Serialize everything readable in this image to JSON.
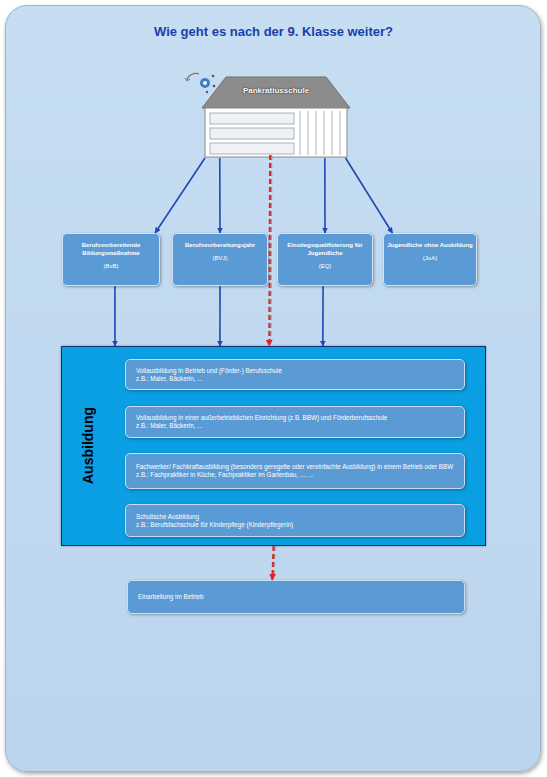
{
  "diagram": {
    "title": "Wie geht es nach der 9. Klasse weiter?",
    "nodes": [
      {
        "text": [
          "Pankratiusschule"
        ]
      },
      {
        "text": [
          "Berufsvorbereitende Bildungsmaßnahme",
          "(BvB)"
        ]
      },
      {
        "text": [
          "Berufsvorbereitungsjahr",
          "(BVJ)"
        ]
      },
      {
        "text": [
          "Einstiegsqualifizierung für Jugendliche",
          "(EQ)"
        ]
      },
      {
        "text": [
          "Jugendliche ohne Ausbildung",
          "(JoA)"
        ]
      },
      {
        "text": [
          "Ausbildung"
        ]
      },
      {
        "text": [
          "Vollausbildung in Betrieb und (Förder-) Berufsschule",
          "z.B.: Maler, Bäckerin, ..."
        ],
        "in": 5
      },
      {
        "text": [
          "Vollausbildung in einer außerbetrieblichen Einrichtung (z.B. BBW) und Förderberufsschule",
          "z.B.: Maler, Bäckerin, ..."
        ],
        "in": 5
      },
      {
        "text": [
          "Fachwerker/ Fachkraftausbildung (besonders geregelte oder vereinfachte Ausbildung) in einem Betrieb oder BBW",
          "z.B.: Fachpraktiker in Küche, Fachpraktiker im Gartenbau, ..., ..."
        ],
        "in": 5
      },
      {
        "text": [
          "Schulische Ausbildung",
          "z.B.: Berufsfachschule für Kinderpflege (Kinderpflegerin)"
        ],
        "in": 5
      },
      {
        "text": [
          "Einarbeitung im Betrieb"
        ]
      }
    ],
    "edges": [
      {
        "from": 0,
        "to": 1,
        "arrow": "to"
      },
      {
        "from": 0,
        "to": 2,
        "arrow": "to"
      },
      {
        "from": 0,
        "to": 3,
        "arrow": "to"
      },
      {
        "from": 0,
        "to": 4,
        "arrow": "to"
      },
      {
        "from": 0,
        "to": 5,
        "arrow": "to"
      },
      {
        "from": 1,
        "to": 5,
        "arrow": "to"
      },
      {
        "from": 2,
        "to": 5,
        "arrow": "to"
      },
      {
        "from": 3,
        "to": 5,
        "arrow": "to"
      },
      {
        "from": 5,
        "to": 10,
        "arrow": "to"
      }
    ]
  }
}
